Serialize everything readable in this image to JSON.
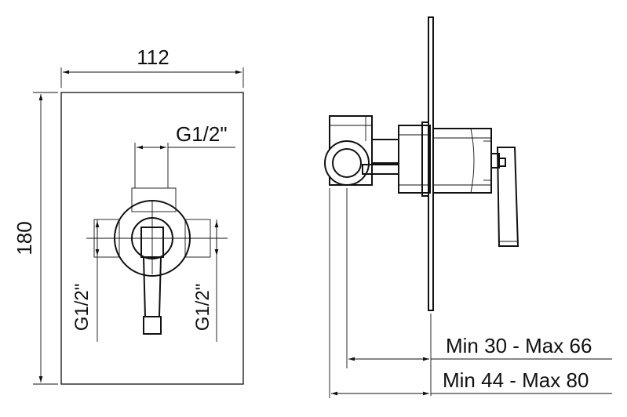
{
  "front_view": {
    "width_label": "112",
    "height_label": "180",
    "top_connection_label": "G1/2\"",
    "left_connection_label": "G1/2\"",
    "right_connection_label": "G1/2\""
  },
  "side_view": {
    "depth_range_inner": "Min 30 - Max 66",
    "depth_range_outer": "Min 44 - Max 80"
  },
  "colors": {
    "ink": "#111111",
    "background": "#ffffff"
  }
}
